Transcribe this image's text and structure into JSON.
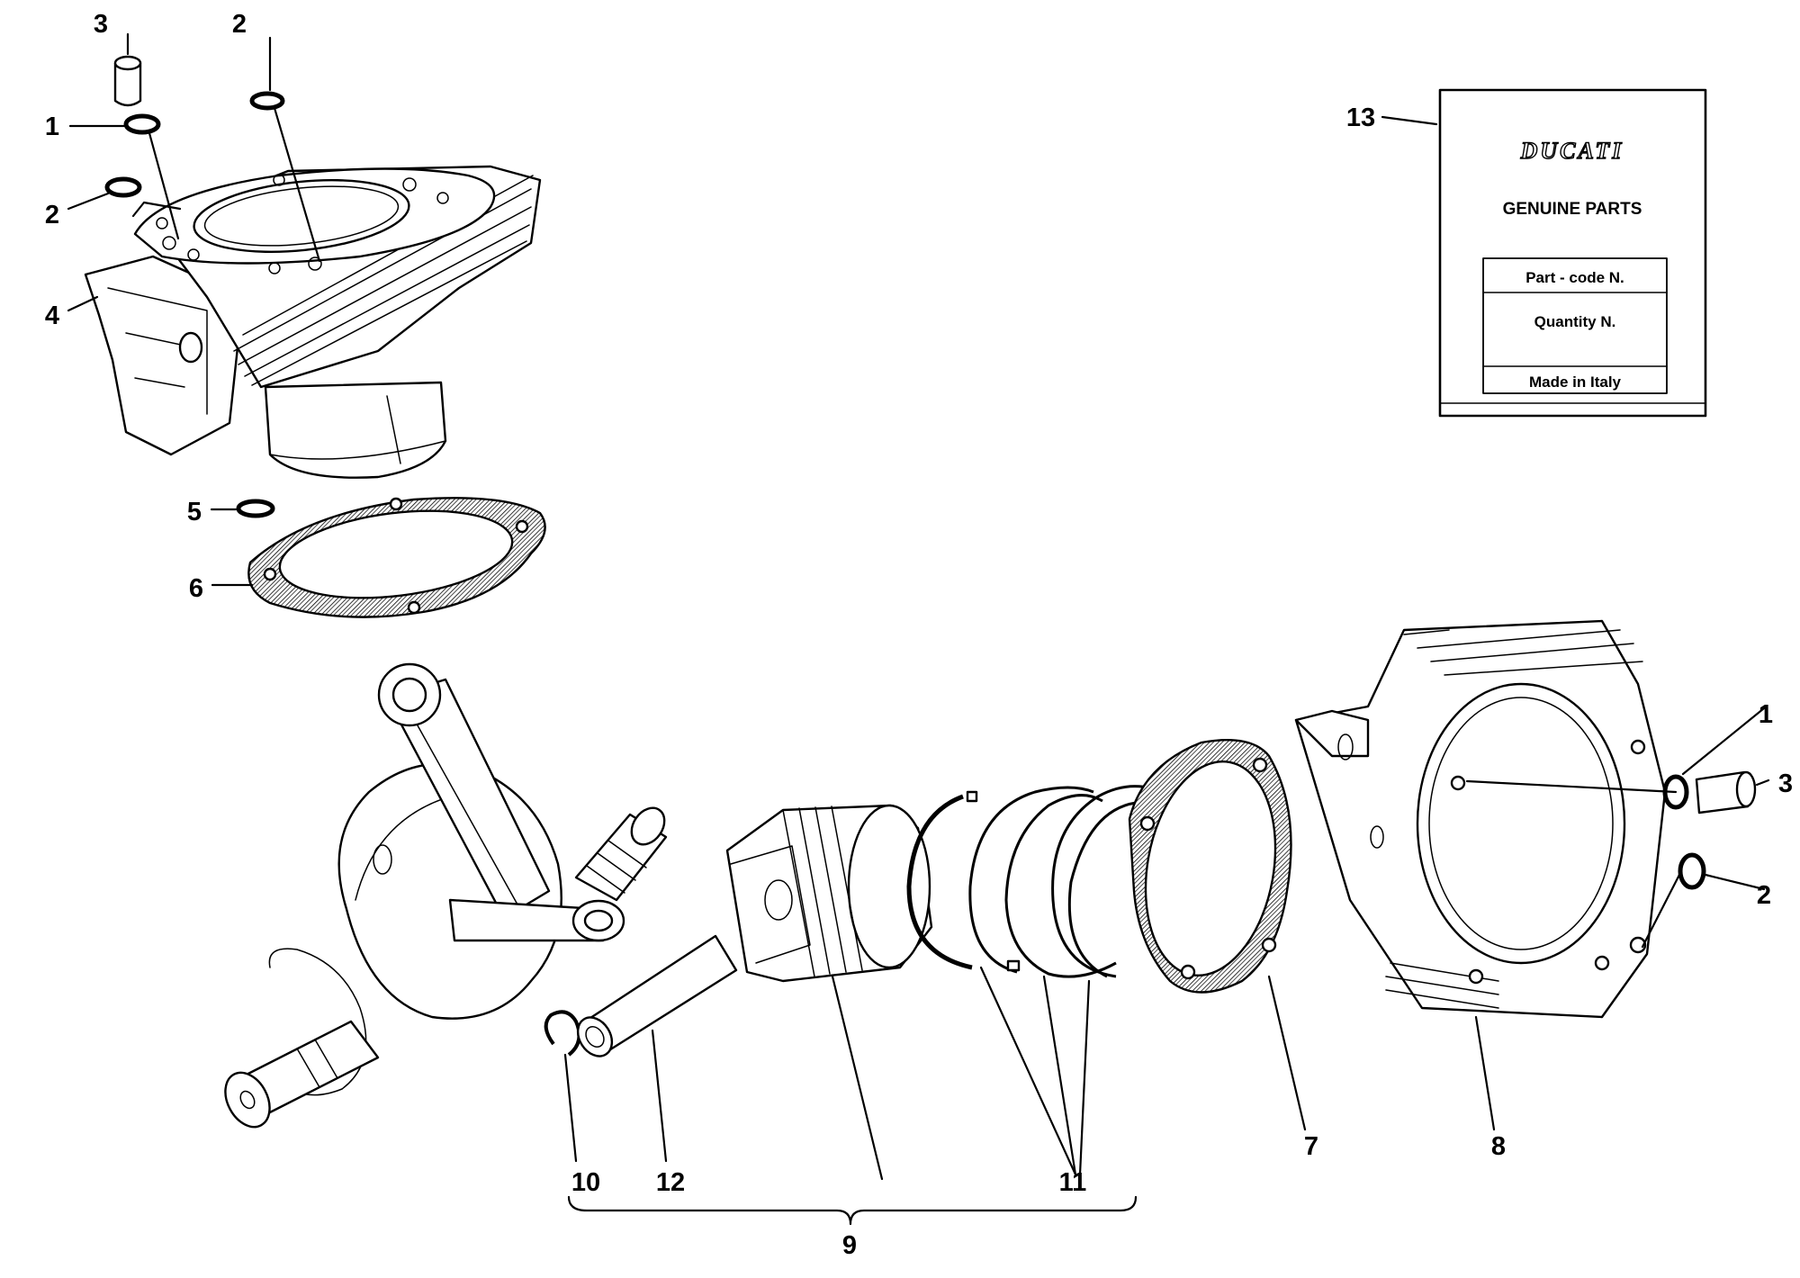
{
  "diagram": {
    "callouts": {
      "c1_top": "1",
      "c2_top": "2",
      "c3_top": "3",
      "c2_left": "2",
      "c4": "4",
      "c5": "5",
      "c6": "6",
      "c1_right": "1",
      "c3_right": "3",
      "c2_right": "2",
      "c7": "7",
      "c8": "8",
      "c9": "9",
      "c10": "10",
      "c11": "11",
      "c12": "12",
      "c13": "13"
    },
    "parts_tag": {
      "brand": "DUCATI",
      "subtitle": "GENUINE PARTS",
      "row_part_code": "Part - code N.",
      "row_quantity": "Quantity N.",
      "row_origin": "Made in Italy"
    }
  }
}
